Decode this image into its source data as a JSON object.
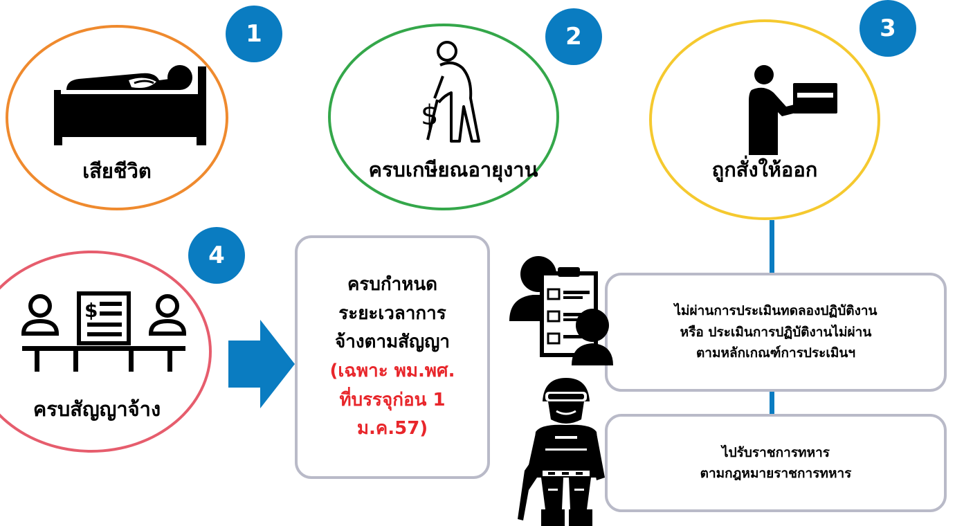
{
  "colors": {
    "badge": "#0a7cc1",
    "ellipse1": "#ef8a2e",
    "ellipse2": "#34a74a",
    "ellipse3": "#f5c92f",
    "ellipse4": "#e65d6d",
    "box_border": "#b9bac8",
    "highlight_text": "#e8262b",
    "arrow": "#0a7cc1"
  },
  "cases": [
    {
      "number": "1",
      "label": "เสียชีวิต",
      "icon": "bed-death-icon"
    },
    {
      "number": "2",
      "label": "ครบเกษียณอายุงาน",
      "icon": "elderly-cane-icon"
    },
    {
      "number": "3",
      "label": "ถูกสั่งให้ออก",
      "icon": "person-handing-box-icon"
    },
    {
      "number": "4",
      "label": "ครบสัญญาจ้าง",
      "icon": "contract-meeting-icon"
    }
  ],
  "contract_box": {
    "lines": [
      "ครบกำหนด",
      "ระยะเวลาการ",
      "จ้างตามสัญญา"
    ],
    "highlight_lines": [
      "(เฉพาะ พม.พศ.",
      "ที่บรรจุก่อน 1",
      "ม.ค.57)"
    ]
  },
  "dismissal_reasons": [
    {
      "icon": "evaluation-checklist-icon",
      "lines": [
        "ไม่ผ่านการประเมินทดลองปฏิบัติงาน",
        "หรือ ประเมินการปฏิบัติงานไม่ผ่าน",
        "ตามหลักเกณฑ์การประเมินฯ"
      ]
    },
    {
      "icon": "soldier-icon",
      "lines": [
        "ไปรับราชการทหาร",
        "ตามกฎหมายราชการทหาร"
      ]
    }
  ]
}
